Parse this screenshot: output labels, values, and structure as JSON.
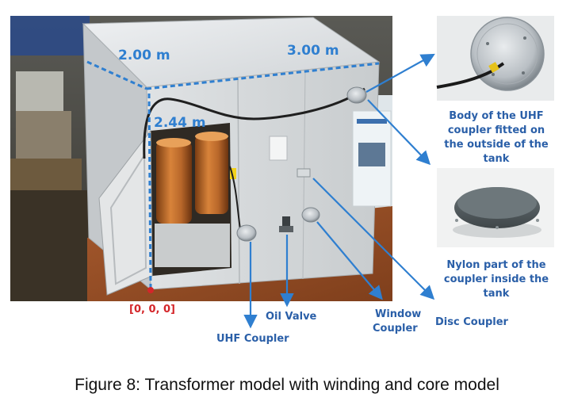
{
  "dimensions": {
    "length": "3.00 m",
    "width": "2.00 m",
    "height": "2.44 m"
  },
  "origin_label": "[0, 0, 0]",
  "labels": {
    "uhf_coupler": "UHF Coupler",
    "oil_valve": "Oil Valve",
    "window_coupler_line1": "Window",
    "window_coupler_line2": "Coupler",
    "disc_coupler": "Disc Coupler"
  },
  "photo_captions": {
    "body_line1": "Body of the UHF",
    "body_line2": "coupler fitted on",
    "body_line3": "the outside of  the",
    "body_line4": "tank",
    "nylon_line1": "Nylon part of the",
    "nylon_line2": "coupler inside the",
    "nylon_line3": "tank"
  },
  "caption": "Figure 8: Transformer model with winding and core model",
  "colors": {
    "dimension_blue": "#2f7fd0",
    "origin_red": "#d4262a",
    "label_blue": "#2a5fa8"
  }
}
